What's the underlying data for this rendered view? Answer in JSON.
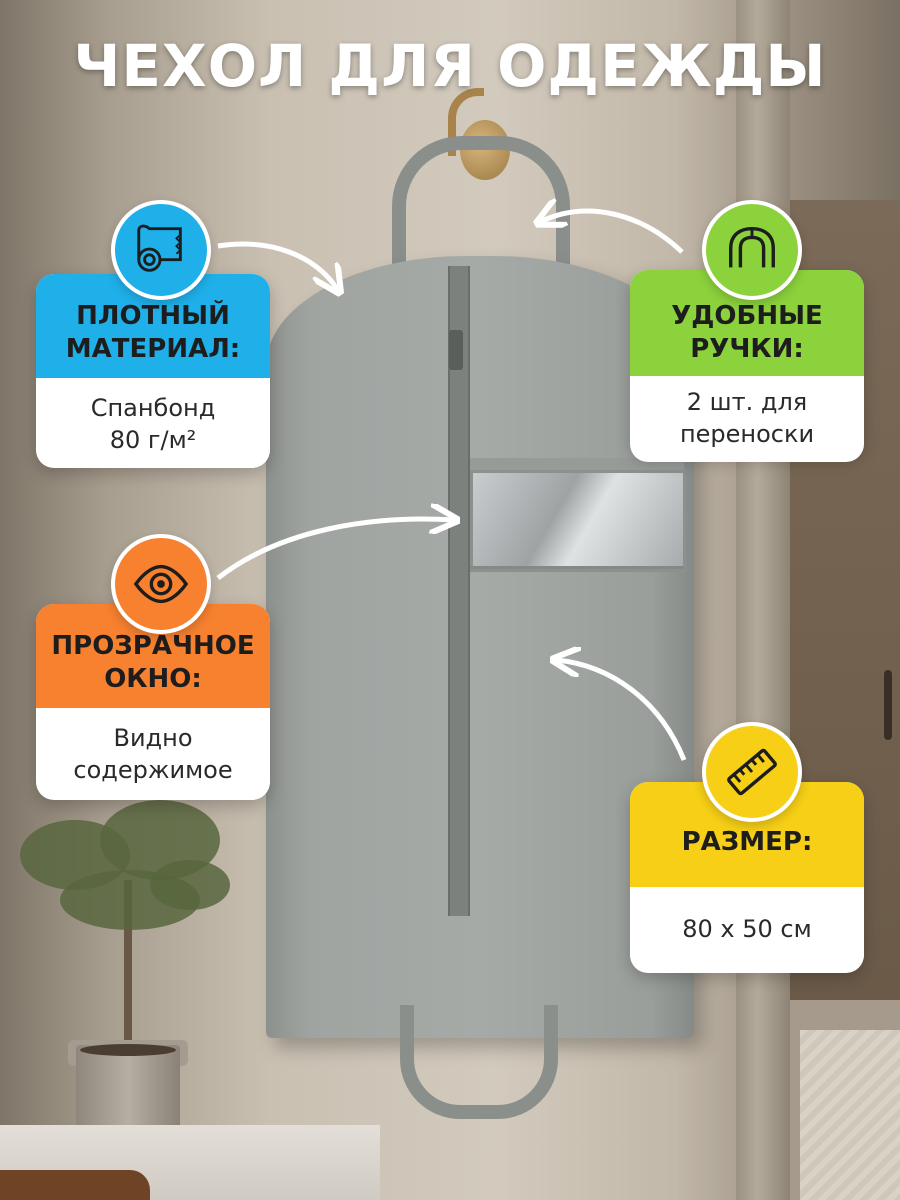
{
  "title": "ЧЕХОЛ ДЛЯ ОДЕЖДЫ",
  "features": {
    "material": {
      "heading_line1": "ПЛОТНЫЙ",
      "heading_line2": "МАТЕРИАЛ:",
      "text_line1": "Спанбонд",
      "text_line2": "80 г/м²",
      "color": "#1fb0ea",
      "icon": "fabric-roll-icon"
    },
    "handles": {
      "heading_line1": "УДОБНЫЕ",
      "heading_line2": "РУЧКИ:",
      "text_line1": "2 шт. для",
      "text_line2": "переноски",
      "color": "#8cd23c",
      "icon": "bag-handle-icon"
    },
    "window": {
      "heading_line1": "ПРОЗРАЧНОЕ",
      "heading_line2": "ОКНО:",
      "text_line1": "Видно",
      "text_line2": "содержимое",
      "color": "#f7812f",
      "icon": "eye-icon"
    },
    "size": {
      "heading_line1": "РАЗМЕР:",
      "text_line1": "80 х 50 см",
      "color": "#f6cf16",
      "icon": "ruler-icon"
    }
  }
}
